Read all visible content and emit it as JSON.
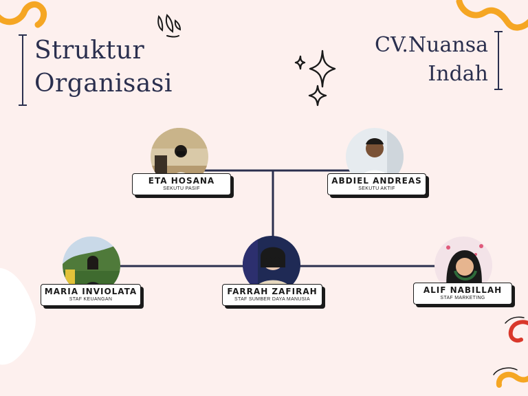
{
  "title": {
    "line1": "Struktur",
    "line2": "Organisasi"
  },
  "company": {
    "name": "CV.Nuansa\nIndah"
  },
  "members": [
    {
      "id": "eta",
      "name": "ETA HOSANA",
      "role": "SEKUTU PASIF"
    },
    {
      "id": "abdiel",
      "name": "ABDIEL ANDREAS",
      "role": "SEKUTU AKTIF"
    },
    {
      "id": "maria",
      "name": "MARIA INVIOLATA",
      "role": "STAF KEUANGAN"
    },
    {
      "id": "farrah",
      "name": "FARRAH ZAFIRAH",
      "role": "STAF SUMBER DAYA MANUSIA"
    },
    {
      "id": "alif",
      "name": "ALIF NABILLAH",
      "role": "STAF MARKETING"
    }
  ],
  "colors": {
    "background": "#fdf0ee",
    "ink": "#2a2f4e",
    "accent_orange": "#f5a623",
    "accent_red": "#d9382b"
  }
}
